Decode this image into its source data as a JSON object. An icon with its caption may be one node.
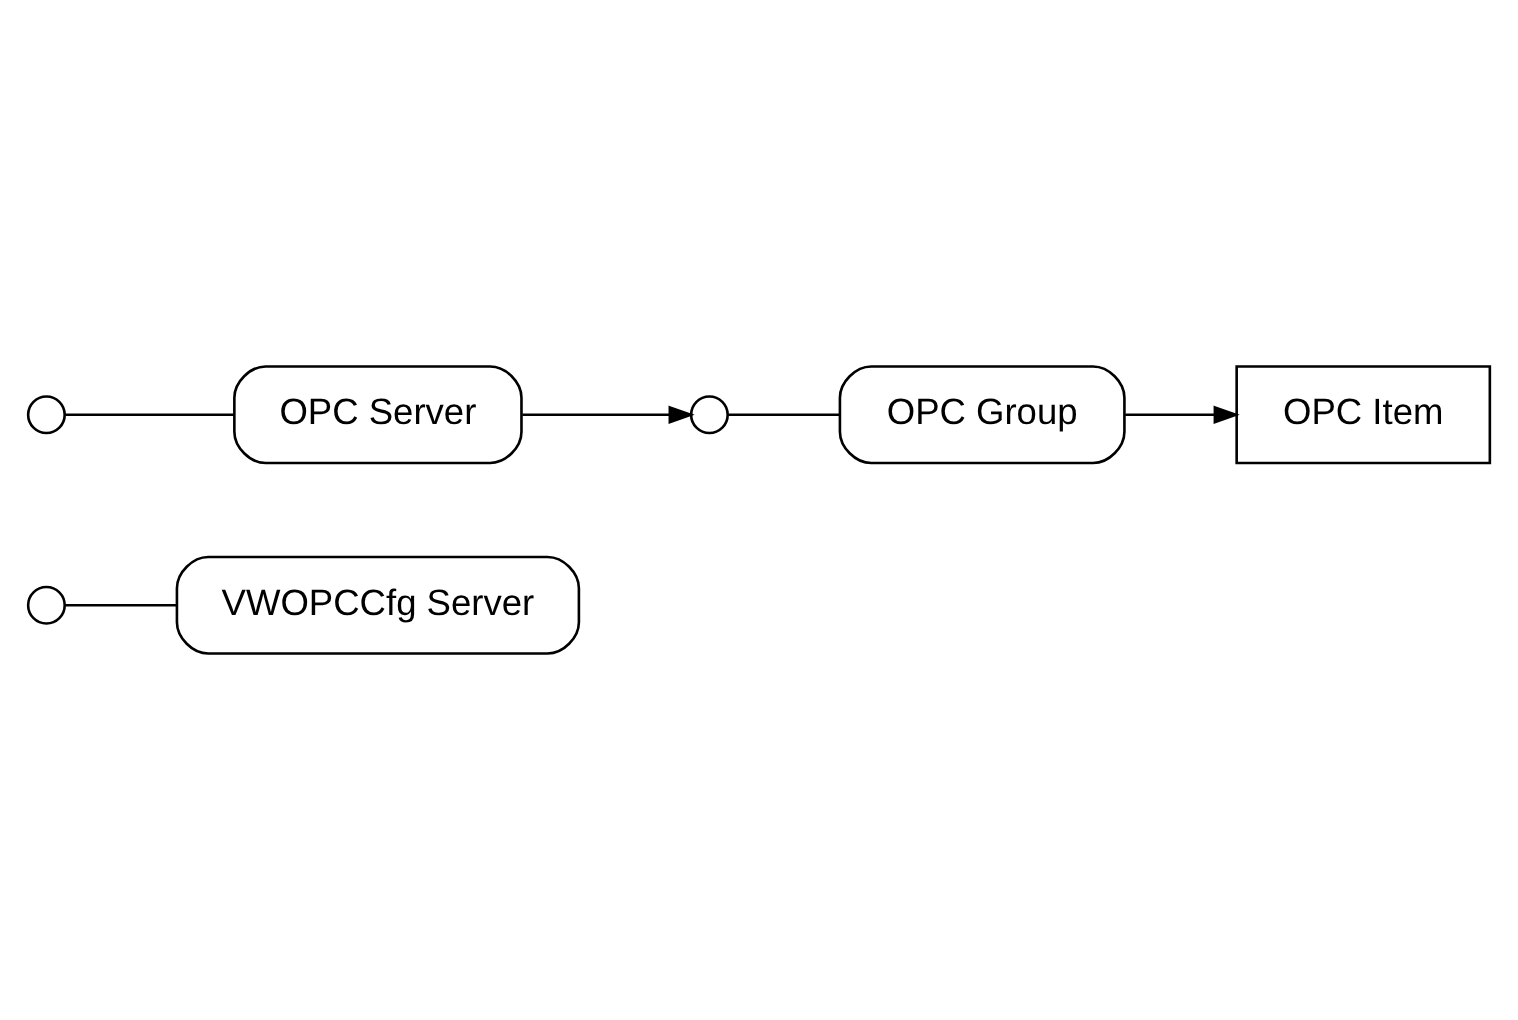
{
  "diagram": {
    "nodes": [
      {
        "text": [],
        "shape": "circle"
      },
      {
        "text": [
          "VWOPCCfg Server"
        ]
      },
      {
        "text": [],
        "shape": "circle"
      },
      {
        "text": [
          "OPC Server"
        ]
      },
      {
        "text": [],
        "shape": "circle"
      },
      {
        "text": [
          "OPC Group"
        ]
      },
      {
        "text": [
          "OPC Item"
        ]
      }
    ],
    "edges": [
      {
        "from": 0,
        "to": 1,
        "arrow": "none"
      },
      {
        "from": 2,
        "to": 3,
        "arrow": "none"
      },
      {
        "from": 3,
        "to": 4,
        "arrow": "to"
      },
      {
        "from": 4,
        "to": 5,
        "arrow": "none"
      },
      {
        "from": 5,
        "to": 6,
        "arrow": "to"
      }
    ]
  }
}
